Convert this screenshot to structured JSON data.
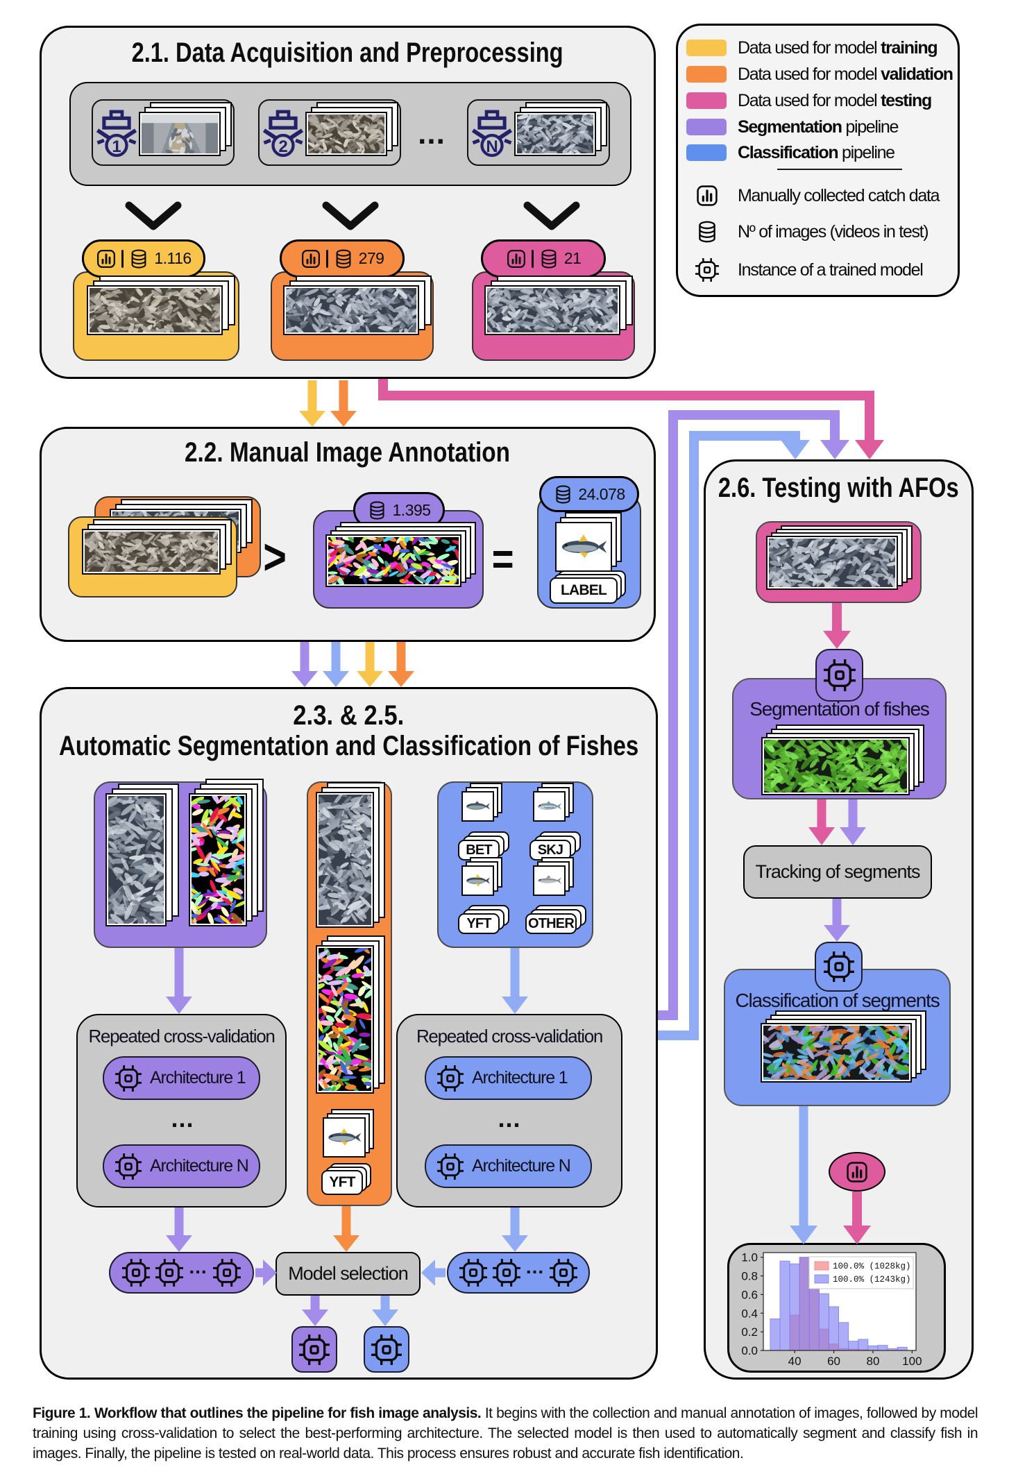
{
  "colors": {
    "yellow": "#F8C44C",
    "orange": "#F68B42",
    "pink": "#DE5C9D",
    "purple": "#9C81E3",
    "purple_arrow": "#A38CEA",
    "blue": "#7E9DF2",
    "blue_swatch": "#5F90EE",
    "blue_arrow": "#8FACF5",
    "navy": "#232169",
    "panel_gray": "#f0f0f0"
  },
  "s21": {
    "title": "2.1. Data Acquisition and Preprocessing",
    "ships": [
      {
        "number": "1"
      },
      {
        "number": "2"
      },
      {
        "number": "N"
      }
    ],
    "ships_ellipsis": "...",
    "datasets": [
      {
        "count": "1.116"
      },
      {
        "count": "279"
      },
      {
        "count": "21"
      }
    ]
  },
  "legend": {
    "swatch_items": [
      {
        "prefix": "Data used for model ",
        "bold": "training",
        "suffix": ""
      },
      {
        "prefix": "Data used for model ",
        "bold": "validation",
        "suffix": ""
      },
      {
        "prefix": "Data used for model ",
        "bold": "testing",
        "suffix": ""
      },
      {
        "prefix": "",
        "bold": "Segmentation",
        "suffix": " pipeline"
      },
      {
        "prefix": "",
        "bold": "Classification",
        "suffix": " pipeline"
      }
    ],
    "icon_items": [
      {
        "icon": "bar-chart",
        "label": "Manually collected catch data"
      },
      {
        "icon": "database",
        "label": "Nº of images (videos in test)"
      },
      {
        "icon": "chip",
        "label": "Instance of a trained model"
      }
    ]
  },
  "s22": {
    "title": "2.2. Manual Image Annotation",
    "gt": ">",
    "eq": "=",
    "seg_badge": "1.395",
    "label_badge": "24.078",
    "label_text": "LABEL"
  },
  "s23": {
    "title_line1": "2.3. & 2.5.",
    "title_line2": "Automatic Segmentation and Classification of Fishes",
    "cv_title": "Repeated cross-validation",
    "arch_first": "Architecture 1",
    "arch_dots": "...",
    "arch_last": "Architecture N",
    "pill_dots": "...",
    "model_selection": "Model selection",
    "species": [
      "BET",
      "SKJ",
      "YFT",
      "OTHER"
    ],
    "yft_label": "YFT"
  },
  "s26": {
    "title": "2.6. Testing with AFOs",
    "segmentation_box": "Segmentation of fishes",
    "tracking_box": "Tracking of segments",
    "classification_box": "Classification of segments"
  },
  "chart_data": {
    "type": "bar",
    "subtype": "overlaid-histogram",
    "xlabel": "",
    "ylabel": "",
    "xlim": [
      24,
      102
    ],
    "ylim": [
      0,
      1.05
    ],
    "xticks": [
      40,
      60,
      80,
      100
    ],
    "yticks": [
      "0.0",
      "0.2",
      "0.4",
      "0.6",
      "0.8",
      "1.0"
    ],
    "legend_position": "upper right",
    "series": [
      {
        "name": "100.0% (1028kg)",
        "color": "#f4777a",
        "bin_start": 37.5,
        "bin_width": 5,
        "values": [
          0.38,
          1.0,
          0.72,
          0.23,
          0.07,
          0.02,
          0.015,
          0.01
        ]
      },
      {
        "name": "100.0% (1243kg)",
        "color": "#7b7bf2",
        "bin_start": 27.5,
        "bin_width": 5,
        "values": [
          0.34,
          0.96,
          0.93,
          1.0,
          0.78,
          0.61,
          0.47,
          0.3,
          0.1,
          0.12,
          0.05,
          0.055,
          0.02,
          0.035
        ]
      }
    ]
  },
  "caption": {
    "bold": "Figure 1. Workflow that outlines the pipeline for fish image analysis.",
    "rest": " It begins with the collection and manual annotation of images, followed by model training using cross-validation to select the best-performing architecture. The selected model is then used to automatically segment and classify fish in images. Finally, the pipeline is tested on real-world data. This process ensures robust and accurate fish identification."
  }
}
